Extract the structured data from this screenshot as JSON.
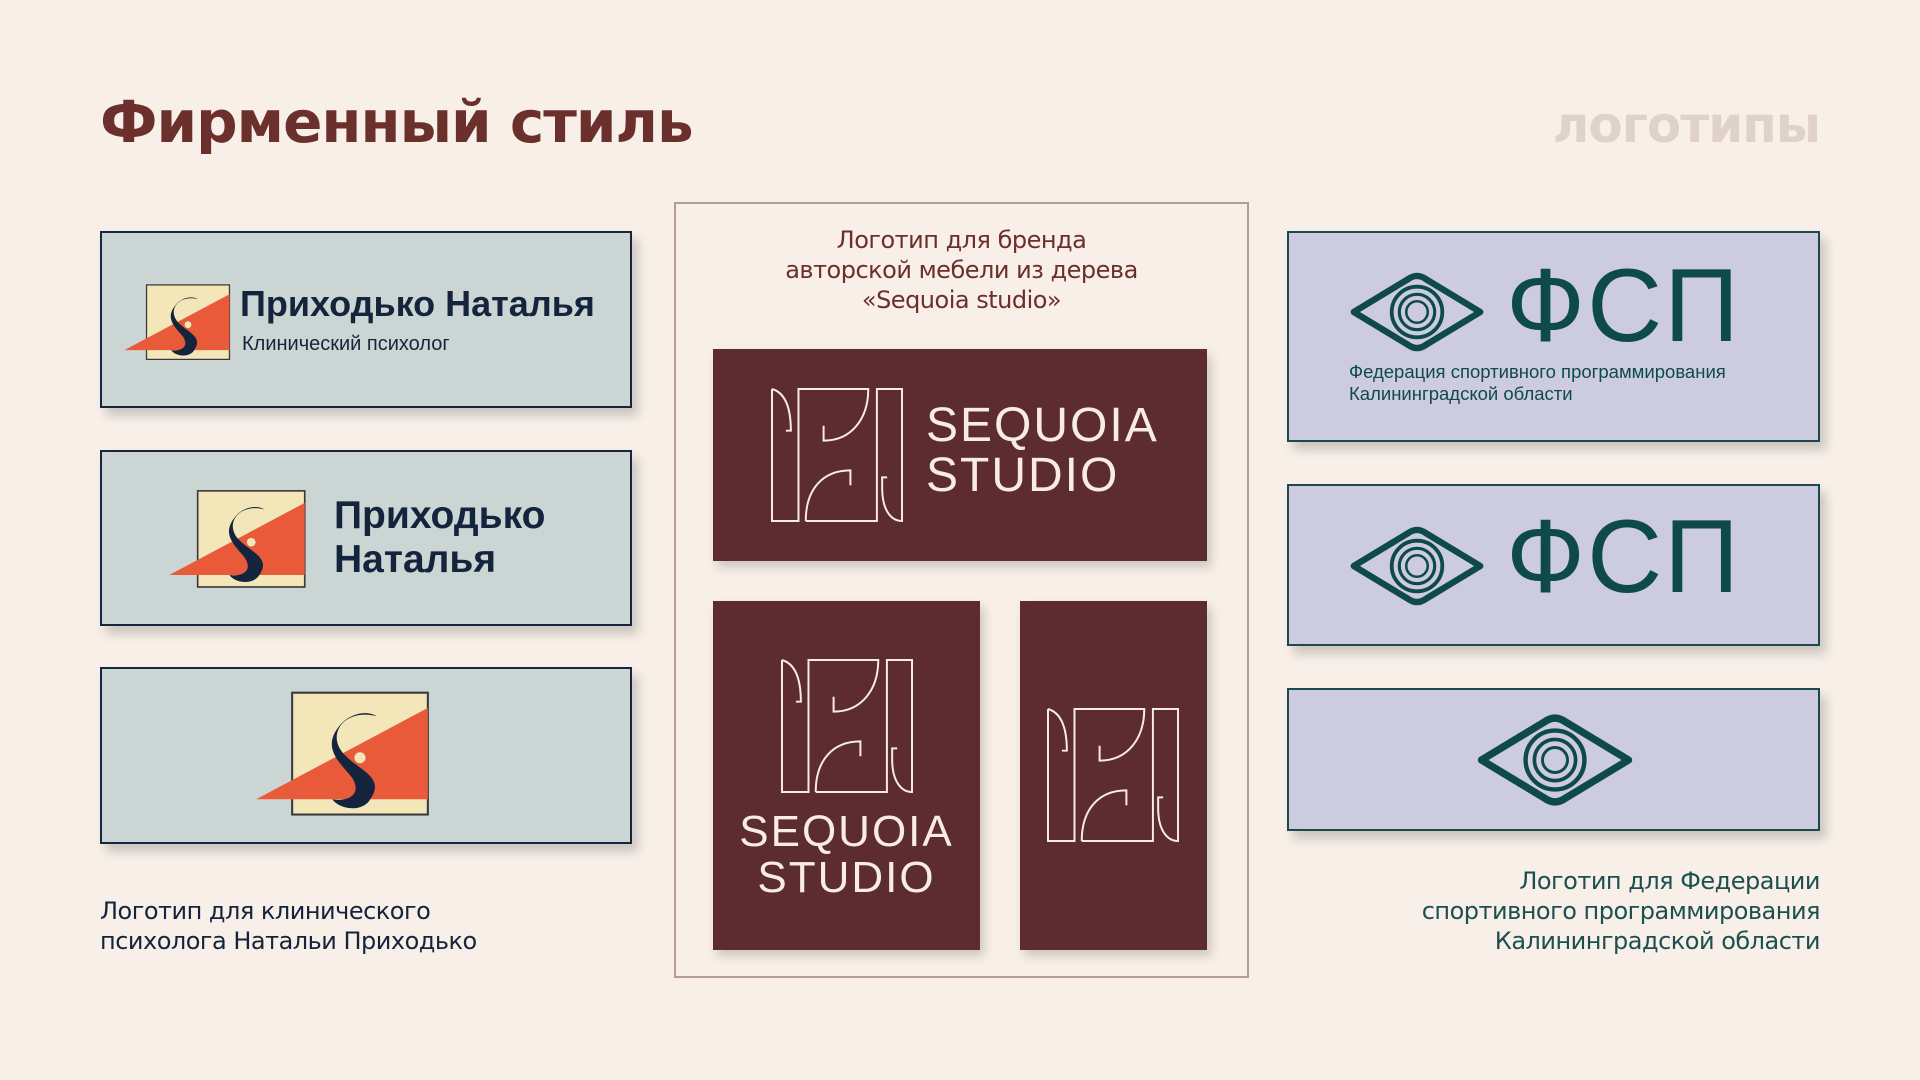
{
  "header": {
    "title": "Фирменный стиль",
    "section": "логотипы"
  },
  "colors": {
    "background": "#f8f0e8",
    "title": "#6b2f2c",
    "psychologist_card": "#cbd5d3",
    "navy": "#14243d",
    "orange": "#e85a3a",
    "cream": "#f3e6b9",
    "sequoia": "#5c2c30",
    "fsp_card": "#cdcbdf",
    "teal": "#0e4a4a"
  },
  "psychologist": {
    "name_full": "Приходько Наталья",
    "subtitle": "Клинический психолог",
    "name_line1": "Приходько",
    "name_line2": "Наталья",
    "caption_line1": "Логотип для клинического",
    "caption_line2": "психолога Натальи Приходько"
  },
  "sequoia": {
    "caption_line1": "Логотип для бренда",
    "caption_line2": "авторской мебели из дерева",
    "caption_line3": "«Sequoia studio»",
    "word1": "SEQUOIA",
    "word2": "STUDIO"
  },
  "fsp": {
    "abbr": "ФСП",
    "full_line1": "Федерация спортивного программирования",
    "full_line2": "Калининградской области",
    "caption_line1": "Логотип для Федерации",
    "caption_line2": "спортивного программирования",
    "caption_line3": "Калининградской области"
  }
}
